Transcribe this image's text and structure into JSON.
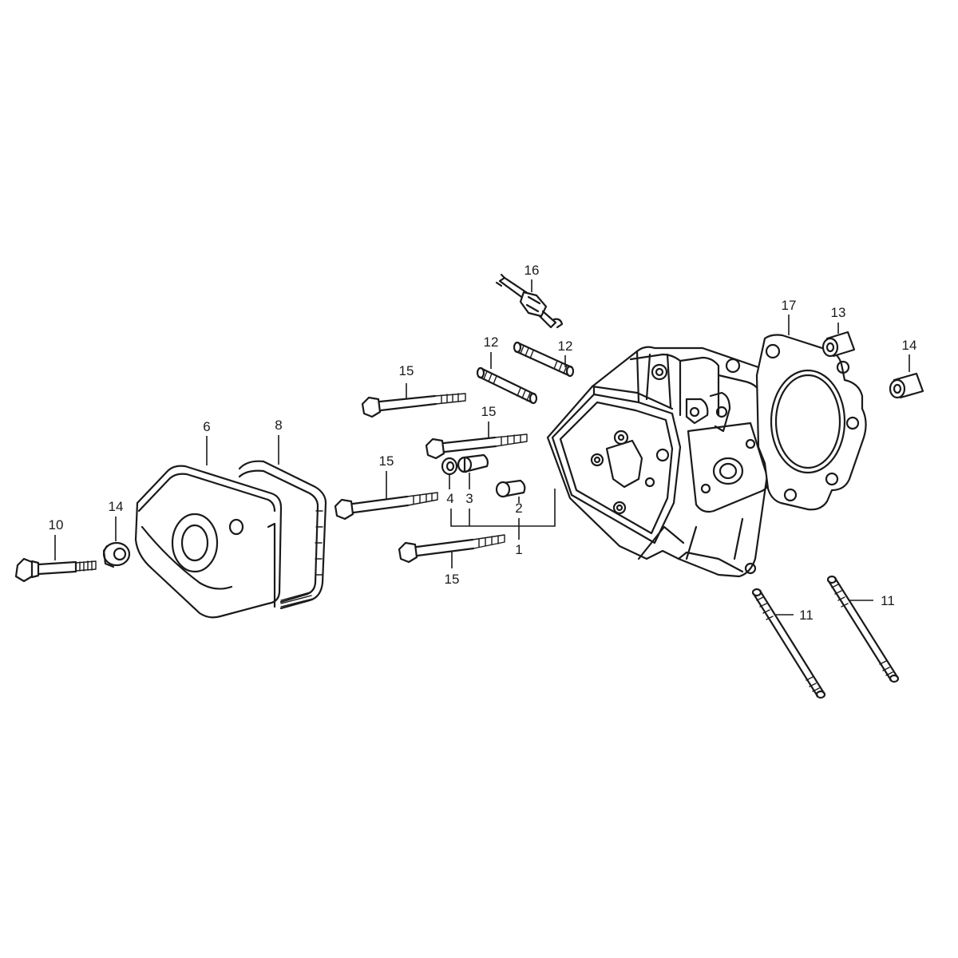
{
  "callouts": [
    {
      "id": "1",
      "text": "1"
    },
    {
      "id": "2",
      "text": "2"
    },
    {
      "id": "3",
      "text": "3"
    },
    {
      "id": "4",
      "text": "4"
    },
    {
      "id": "6",
      "text": "6"
    },
    {
      "id": "8",
      "text": "8"
    },
    {
      "id": "10",
      "text": "10"
    },
    {
      "id": "11a",
      "text": "11"
    },
    {
      "id": "11b",
      "text": "11"
    },
    {
      "id": "12a",
      "text": "12"
    },
    {
      "id": "12b",
      "text": "12"
    },
    {
      "id": "13",
      "text": "13"
    },
    {
      "id": "14a",
      "text": "14"
    },
    {
      "id": "14b",
      "text": "14"
    },
    {
      "id": "15a",
      "text": "15"
    },
    {
      "id": "15b",
      "text": "15"
    },
    {
      "id": "15c",
      "text": "15"
    },
    {
      "id": "15d",
      "text": "15"
    },
    {
      "id": "16",
      "text": "16"
    },
    {
      "id": "17",
      "text": "17"
    }
  ],
  "colors": {
    "line": "#1a1a1a",
    "background": "#ffffff"
  }
}
